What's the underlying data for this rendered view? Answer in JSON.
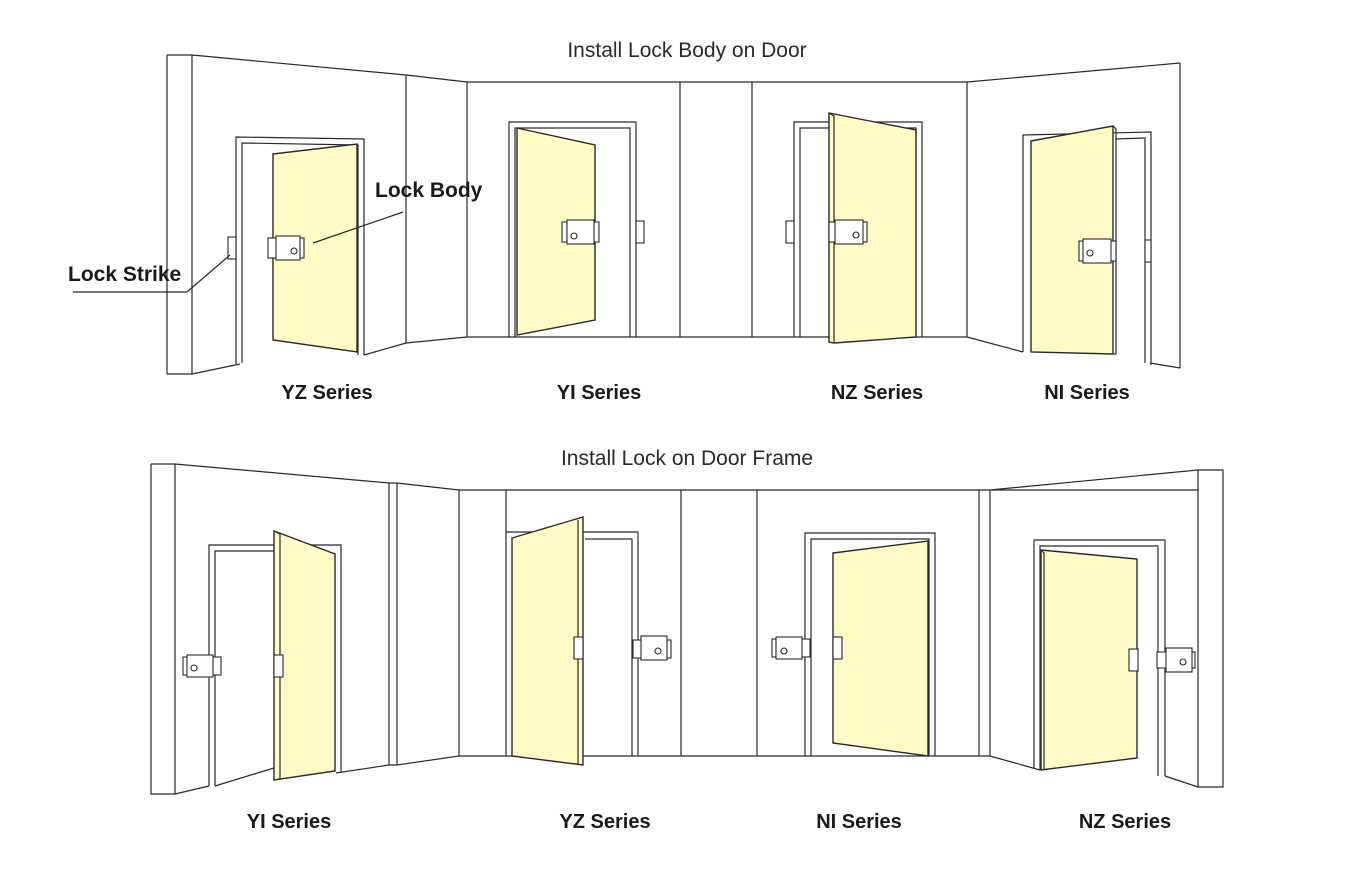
{
  "sections": {
    "door": {
      "title": "Install Lock Body on Door"
    },
    "frame": {
      "title": "Install Lock on Door Frame"
    }
  },
  "callouts": {
    "lock_body": "Lock Body",
    "lock_strike": "Lock Strike"
  },
  "captions": {
    "door": [
      "YZ Series",
      "YI Series",
      "NZ Series",
      "NI Series"
    ],
    "frame": [
      "YI Series",
      "YZ Series",
      "NI Series",
      "NZ Series"
    ]
  },
  "colors": {
    "door_leaf": "#fffbc6",
    "line": "#2a2a2a"
  }
}
